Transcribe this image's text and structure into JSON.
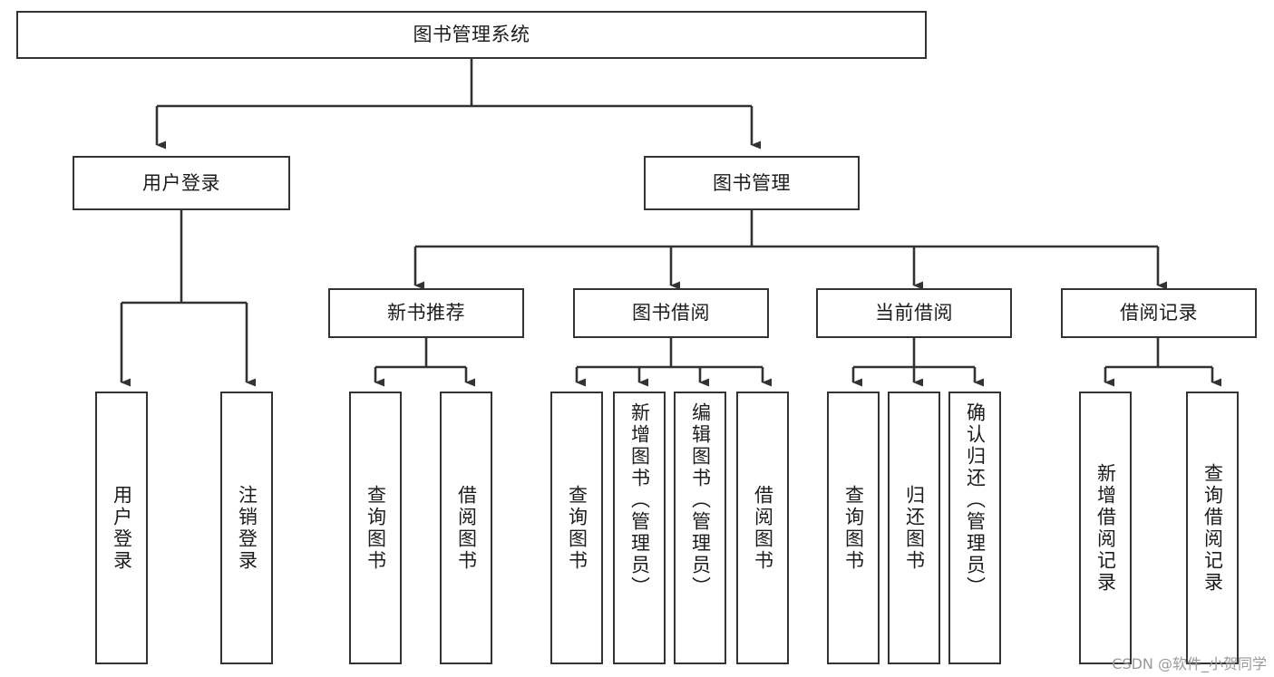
{
  "diagram": {
    "title": "图书管理系统",
    "type": "hierarchy-tree",
    "stroke_color": "#333333",
    "fill_color": "#ffffff",
    "text_color": "#1c1c1c",
    "watermark": "CSDN @软件_小贺同学",
    "root": {
      "label": "图书管理系统"
    },
    "level1": [
      {
        "label": "用户登录"
      },
      {
        "label": "图书管理"
      }
    ],
    "level2": [
      {
        "label": "新书推荐"
      },
      {
        "label": "图书借阅"
      },
      {
        "label": "当前借阅"
      },
      {
        "label": "借阅记录"
      }
    ],
    "leaves": {
      "user_login": [
        {
          "label": "用户登录"
        },
        {
          "label": "注销登录"
        }
      ],
      "new_book_recommend": [
        {
          "label": "查询图书"
        },
        {
          "label": "借阅图书"
        }
      ],
      "book_borrow": [
        {
          "label": "查询图书"
        },
        {
          "label": "新增图书（管理员）"
        },
        {
          "label": "编辑图书（管理员）"
        },
        {
          "label": "借阅图书"
        }
      ],
      "current_borrow": [
        {
          "label": "查询图书"
        },
        {
          "label": "归还图书"
        },
        {
          "label": "确认归还（管理员）"
        }
      ],
      "borrow_record": [
        {
          "label": "新增借阅记录"
        },
        {
          "label": "查询借阅记录"
        }
      ]
    }
  }
}
